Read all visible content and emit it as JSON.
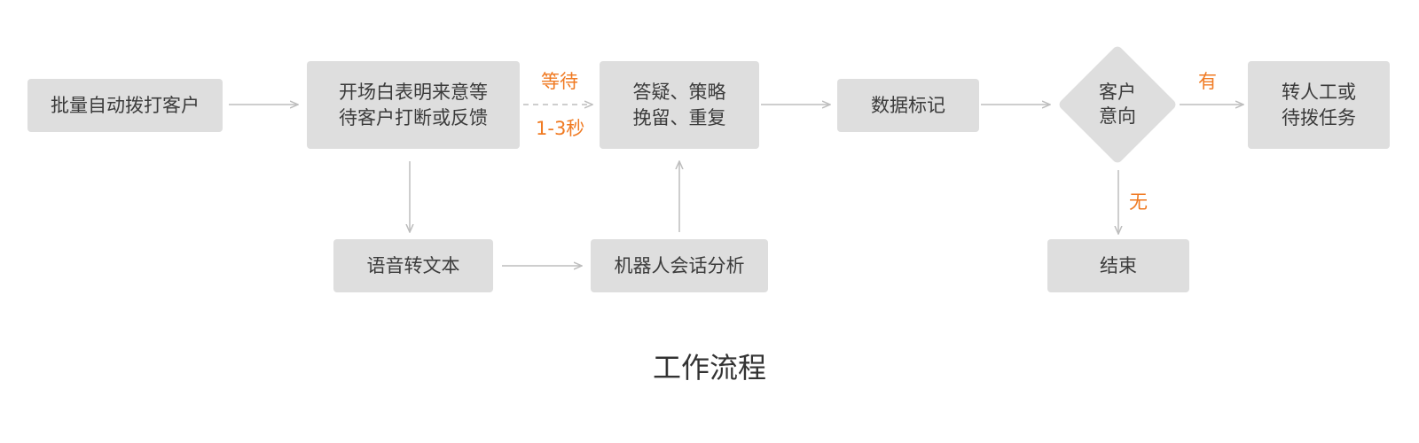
{
  "nodes": {
    "batch_dial": "批量自动拨打客户",
    "opening_line1": "开场白表明来意等",
    "opening_line2": "待客户打断或反馈",
    "answer_line1": "答疑、策略",
    "answer_line2": "挽留、重复",
    "data_mark": "数据标记",
    "customer_intent_line1": "客户",
    "customer_intent_line2": "意向",
    "transfer_line1": "转人工或",
    "transfer_line2": "待拨任务",
    "speech_to_text": "语音转文本",
    "robot_analysis": "机器人会话分析",
    "end": "结束"
  },
  "labels": {
    "wait": "等待",
    "duration": "1-3秒",
    "yes": "有",
    "no": "无"
  },
  "title": "工作流程",
  "colors": {
    "node_fill": "#dedede",
    "node_text": "#3b3b3b",
    "accent": "#f07a22",
    "arrow": "#bdbdbd"
  }
}
